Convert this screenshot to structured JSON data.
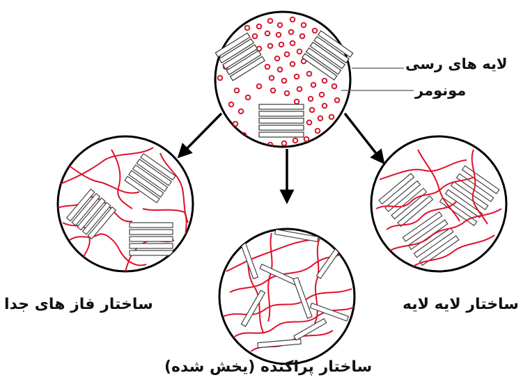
{
  "labels": {
    "clay_layers": "لایه های رسی",
    "monomer": "مونومر",
    "phase_separated": "ساختار فاز های جدا",
    "intercalated": "ساختار لایه لایه",
    "exfoliated": "ساختار پراکنده (یخش شده)"
  },
  "colors": {
    "outline": "#000000",
    "polymer_chain": "#e0102a",
    "monomer_circle": "#d4182c",
    "clay_stroke": "#444444"
  }
}
